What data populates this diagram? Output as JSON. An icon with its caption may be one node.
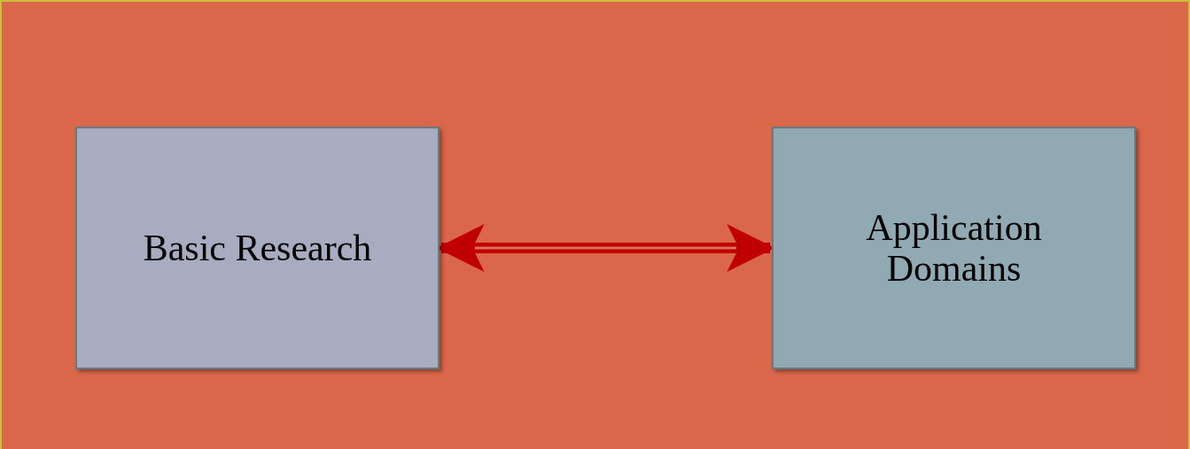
{
  "diagram": {
    "nodes": [
      {
        "text": [
          "Basic Research"
        ]
      },
      {
        "text": [
          "Application Domains"
        ]
      }
    ],
    "edges": [
      {
        "from": 0,
        "to": 1,
        "arrow": "both"
      }
    ]
  }
}
